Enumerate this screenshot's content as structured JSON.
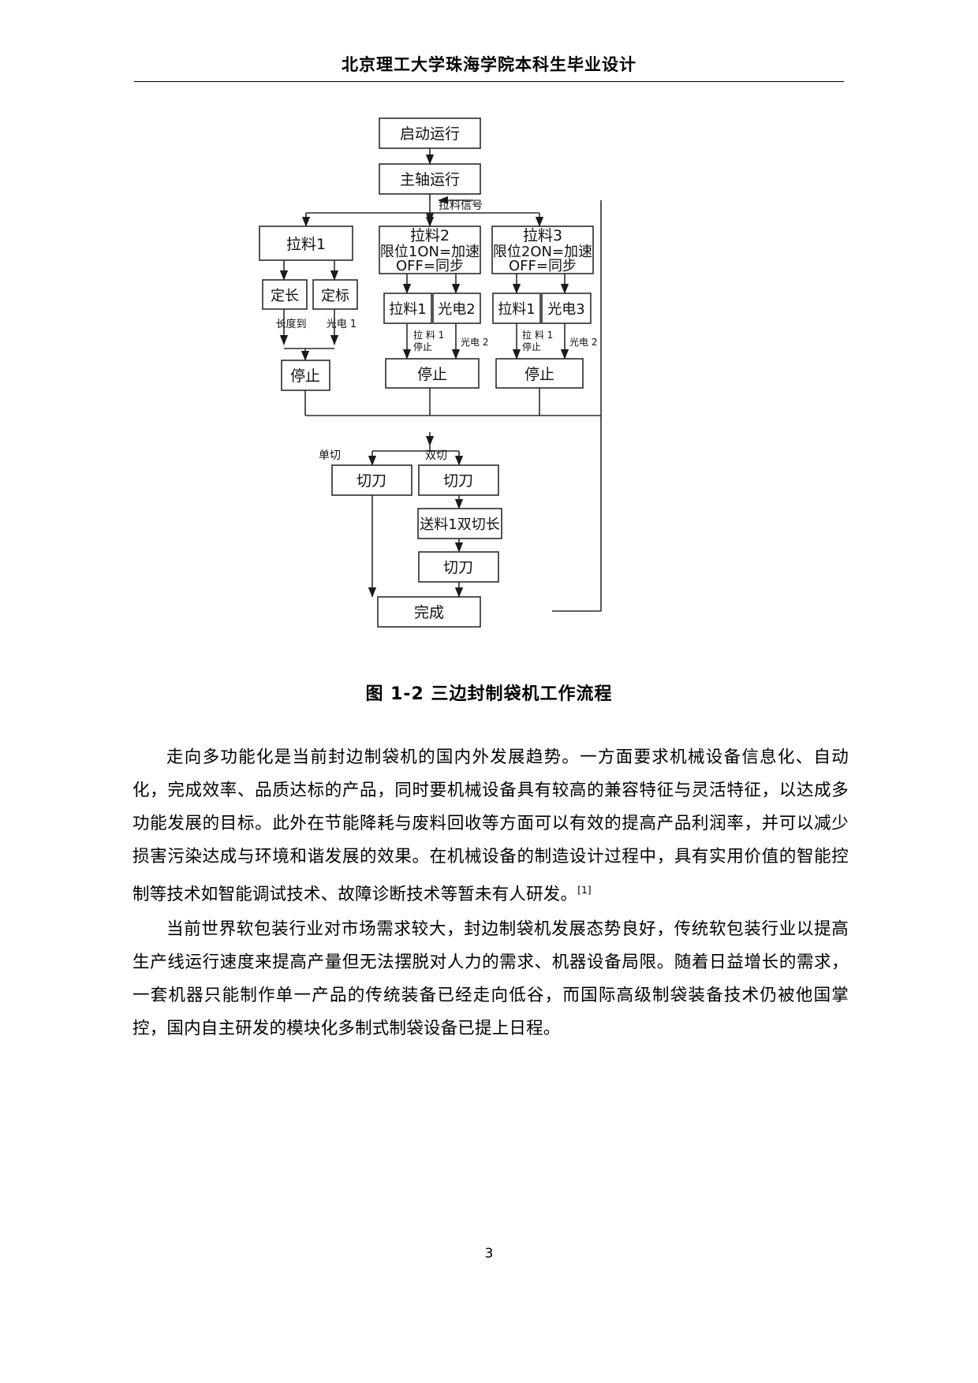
{
  "header": {
    "title": "北京理工大学珠海学院本科生毕业设计"
  },
  "figure": {
    "caption": "图 1-2 三边封制袋机工作流程",
    "nodes": {
      "start": "启动运行",
      "spindle": "主轴运行",
      "signal_label": "拉料信号",
      "feed1": "拉料1",
      "feed2_line1": "拉料2",
      "feed2_line2": "限位1ON=加速",
      "feed2_line3": "OFF=同步",
      "feed3_line1": "拉料3",
      "feed3_line2": "限位2ON=加速",
      "feed3_line3": "OFF=同步",
      "fixed_length": "定长",
      "fixed_mark": "定标",
      "label_length_reached": "长度到",
      "label_photo1": "光电 1",
      "b_feed1": "拉料1",
      "b_photo2": "光电2",
      "c_feed1": "拉料1",
      "c_photo3": "光电3",
      "label_feed1_stop_a": "拉 料 1",
      "label_feed1_stop_b": "停止",
      "label_photo2_b": "光电 2",
      "label_feed1_stop_c_a": "拉 料 1",
      "label_feed1_stop_c_b": "停止",
      "label_photo2_c": "光电 2",
      "stop1": "停止",
      "stop2": "停止",
      "stop3": "停止",
      "label_single_cut": "单切",
      "label_double_cut": "双切",
      "cutter_single": "切刀",
      "cutter_double_1": "切刀",
      "feed_double_length": "送料1双切长",
      "cutter_double_2": "切刀",
      "finish": "完成"
    }
  },
  "body": {
    "paragraph1": "走向多功能化是当前封边制袋机的国内外发展趋势。一方面要求机械设备信息化、自动化，完成效率、品质达标的产品，同时要机械设备具有较高的兼容特征与灵活特征，以达成多功能发展的目标。此外在节能降耗与废料回收等方面可以有效的提高产品利润率，并可以减少损害污染达成与环境和谐发展的效果。在机械设备的制造设计过程中，具有实用价值的智能控制等技术如智能调试技术、故障诊断技术等暂未有人研发。",
    "paragraph1_ref": "[1]",
    "paragraph2": "当前世界软包装行业对市场需求较大，封边制袋机发展态势良好，传统软包装行业以提高生产线运行速度来提高产量但无法摆脱对人力的需求、机器设备局限。随着日益增长的需求，一套机器只能制作单一产品的传统装备已经走向低谷，而国际高级制袋装备技术仍被他国掌控，国内自主研发的模块化多制式制袋设备已提上日程。"
  },
  "footer": {
    "page_number": "3"
  }
}
